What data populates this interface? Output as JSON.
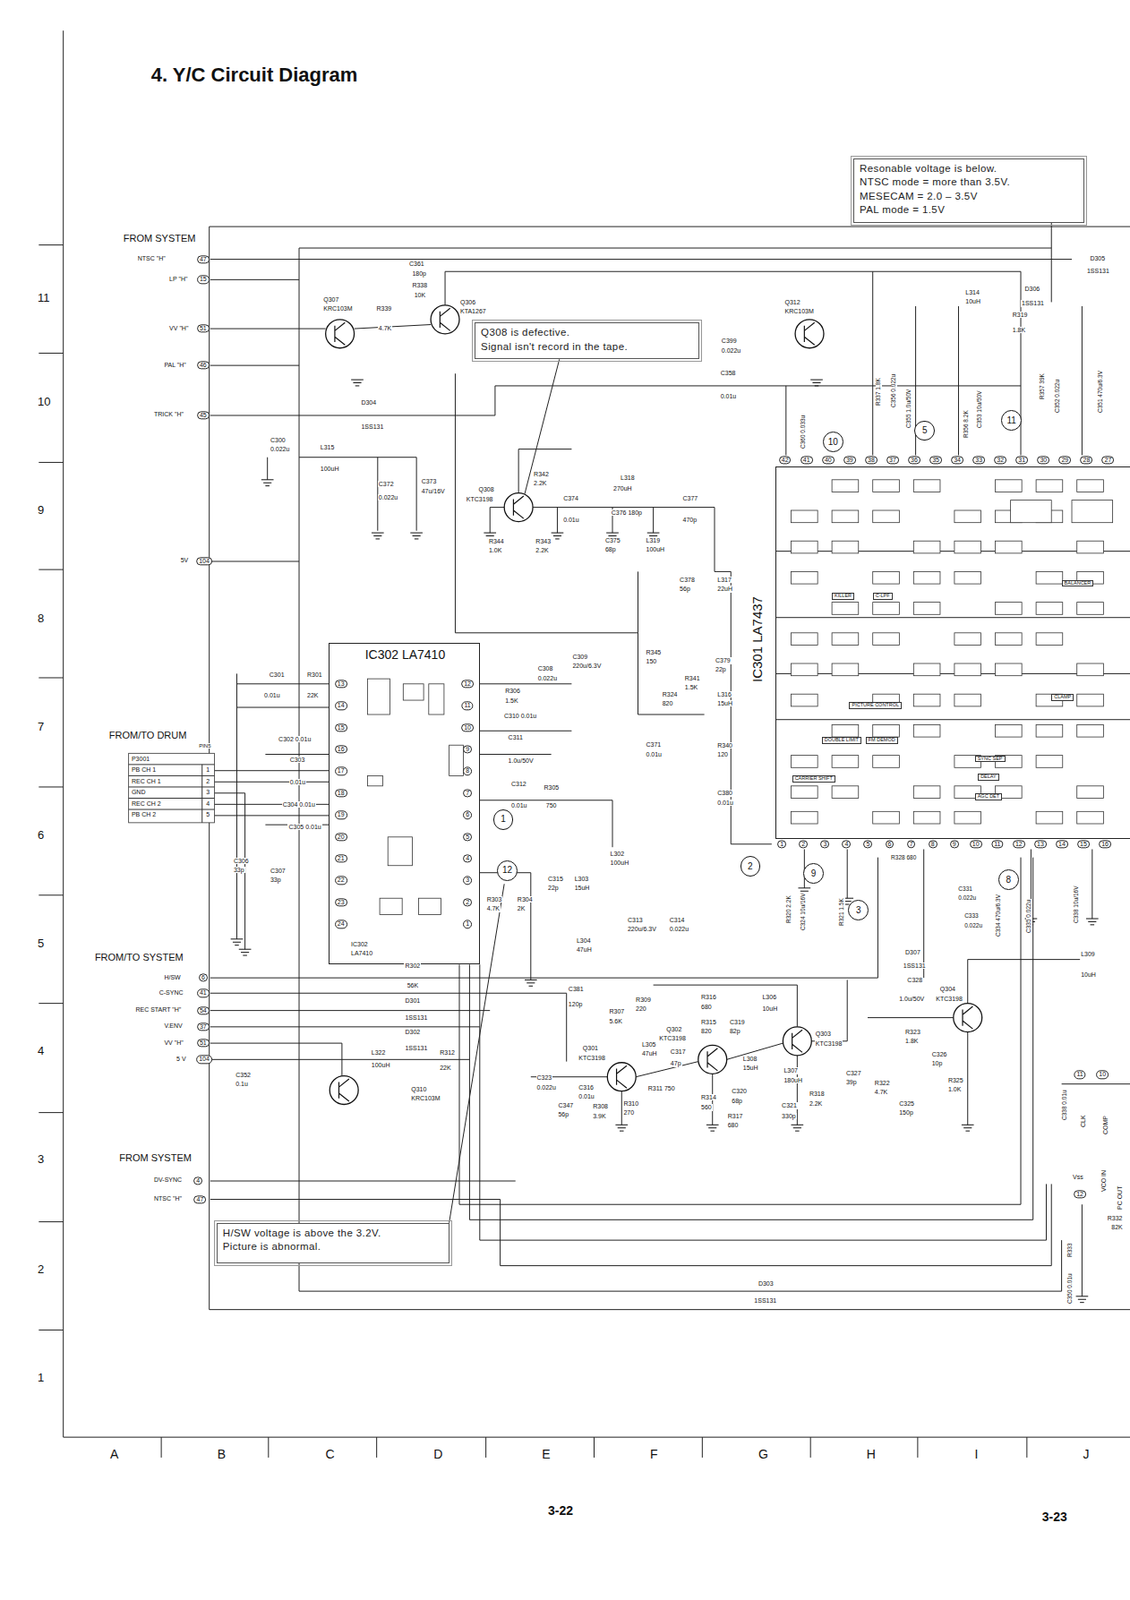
{
  "diagram": {
    "title": "4. Y/C Circuit Diagram",
    "nodes": [
      {
        "text": [
          "Resonable voltage is below.",
          "NTSC mode = more than 3.5V.",
          "MESECAM = 2.0 – 3.5V",
          "PAL mode = 1.5V"
        ]
      },
      {
        "text": [
          "Q308 is defective.",
          "Signal isn't record in the tape."
        ]
      },
      {
        "text": [
          "11"
        ]
      },
      {
        "text": [
          "5"
        ]
      },
      {
        "text": [
          "10"
        ]
      },
      {
        "text": [
          "IC301 LA7437"
        ]
      },
      {
        "text": [
          "IC302 LA7410"
        ]
      },
      {
        "text": [
          "1"
        ]
      },
      {
        "text": [
          "2"
        ]
      },
      {
        "text": [
          "12"
        ]
      },
      {
        "text": [
          "9"
        ]
      },
      {
        "text": [
          "8"
        ]
      },
      {
        "text": [
          "3"
        ]
      },
      {
        "text": [
          "H/SW voltage is above the 3.2V.",
          "Picture is abnormal."
        ]
      }
    ],
    "labels": [
      "A",
      "B",
      "C",
      "D",
      "E",
      "F",
      "G",
      "H",
      "I",
      "J",
      "11",
      "10",
      "9",
      "8",
      "7",
      "6",
      "5",
      "4",
      "3",
      "2",
      "1",
      "3-22",
      "3-23",
      "FROM SYSTEM",
      "NTSC \"H\"",
      "47",
      "LP \"H\"",
      "15",
      "VV \"H\"",
      "51",
      "PAL \"H\"",
      "46",
      "TRICK \"H\"",
      "45",
      "5V",
      "104",
      "FROM/TO DRUM",
      "PIN5",
      "P3001",
      "PB CH 1",
      "REC CH 1",
      "GND",
      "REC CH 2",
      "PB CH 2",
      "1",
      "2",
      "3",
      "4",
      "5",
      "FROM/TO SYSTEM",
      "H/SW",
      "6",
      "C-SYNC",
      "41",
      "REC START \"H\"",
      "54",
      "V.ENV",
      "37",
      "VV \"H\"",
      "51",
      "5 V",
      "104",
      "FROM SYSTEM",
      "DV-SYNC",
      "4",
      "NTSC \"H\"",
      "47",
      "C361",
      "180p",
      "R338",
      "10K",
      "Q307",
      "KRC103M",
      "R339",
      "4.7K",
      "Q306",
      "KTA1267",
      "Q312",
      "KRC103M",
      "C399",
      "0.022u",
      "C358",
      "0.01u",
      "D304",
      "1SS131",
      "C300",
      "0.022u",
      "L315",
      "100uH",
      "C372",
      "0.022u",
      "C373",
      "47u/16V",
      "Q308",
      "KTC3198",
      "R342",
      "2.2K",
      "L318",
      "270uH",
      "C374",
      "0.01u",
      "C376 180p",
      "C377",
      "470p",
      "R344",
      "1.0K",
      "R343",
      "2.2K",
      "C375",
      "68p",
      "L319",
      "100uH",
      "C378",
      "56p",
      "L317",
      "22uH",
      "R345",
      "150",
      "R341",
      "1.5K",
      "C379",
      "22p",
      "R324",
      "820",
      "L316",
      "15uH",
      "R340",
      "120",
      "C371",
      "0.01u",
      "C380",
      "0.01u",
      "C308",
      "0.022u",
      "C309",
      "220u/6.3V",
      "R306",
      "1.5K",
      "C310 0.01u",
      "C311",
      "1.0u/50V",
      "C312",
      "0.01u",
      "R305",
      "750",
      "C301",
      "0.01u",
      "R301",
      "22K",
      "C302 0.01u",
      "C303",
      "0.01u",
      "C304 0.01u",
      "C305 0.01u",
      "C306",
      "33p",
      "C307",
      "33p",
      "IC302",
      "LA7410",
      "L302",
      "100uH",
      "C315",
      "22p",
      "L303",
      "15uH",
      "C313",
      "220u/6.3V",
      "C314",
      "0.022u",
      "L304",
      "47uH",
      "R303",
      "4.7K",
      "R304",
      "2K",
      "R302",
      "56K",
      "D301",
      "1SS131",
      "D302",
      "1SS131",
      "L322",
      "100uH",
      "R312",
      "22K",
      "Q310",
      "KRC103M",
      "C352",
      "0.1u",
      "C381",
      "120p",
      "R316",
      "680",
      "L306",
      "10uH",
      "R315",
      "820",
      "C319",
      "82p",
      "Q302",
      "KTC3198",
      "Q303",
      "KTC3198",
      "R307",
      "5.6K",
      "R309",
      "220",
      "Q301",
      "KTC3198",
      "L305",
      "47uH",
      "C317",
      "47p",
      "L308",
      "15uH",
      "L307",
      "180uH",
      "C316",
      "0.01u",
      "C323",
      "0.022u",
      "R311 750",
      "R314",
      "560",
      "C320",
      "68p",
      "C321",
      "330p",
      "R317",
      "680",
      "R318",
      "2.2K",
      "C347",
      "56p",
      "R308",
      "3.9K",
      "R310",
      "270",
      "C327",
      "39p",
      "R322",
      "4.7K",
      "R323",
      "1.8K",
      "C326",
      "10p",
      "C325",
      "150p",
      "R325",
      "1.0K",
      "Q304",
      "KTC3198",
      "C328",
      "1.0u/50V",
      "D307",
      "1SS131",
      "L309",
      "10uH",
      "D303",
      "1SS131",
      "D305",
      "1SS131",
      "D306",
      "1SS131",
      "L314",
      "10uH",
      "R319",
      "1.8K",
      "C360 0.033u",
      "R337 1.8K",
      "C356 0.022u",
      "C355 1.0u/50V",
      "R356 8.2K",
      "C353 10u/50V",
      "R357 39K",
      "C352 0.022u",
      "C351 470u/6.3V",
      "KILLER",
      "C-LPF",
      "BALANCER",
      "PICTURE CONTROL",
      "DOUBLE LIMIT",
      "FM DEMOD",
      "CARRIER SHIFT",
      "CLAMP",
      "SYNC SEP",
      "DELAY",
      "AGC DET",
      "R328 680",
      "C331",
      "0.022u",
      "C333",
      "0.022u",
      "R320 2.2K",
      "C324 10u/16V",
      "R321 1.5K",
      "C334 470u/6.3V",
      "C335 0.022u",
      "C338 10u/16V",
      "C338 0.01u",
      "CLK",
      "COMP",
      "11",
      "10",
      "Vss",
      "VCO IN",
      "PC OUT",
      "12",
      "R332",
      "82K",
      "R333",
      "C350 0.01u",
      "42",
      "41",
      "40",
      "39",
      "38",
      "37",
      "36",
      "35",
      "34",
      "33",
      "32",
      "31",
      "30",
      "29",
      "28",
      "27",
      "1",
      "2",
      "3",
      "4",
      "5",
      "6",
      "7",
      "8",
      "9",
      "10",
      "11",
      "12",
      "13",
      "14",
      "15",
      "16",
      "13",
      "14",
      "15",
      "16",
      "17",
      "18",
      "19",
      "20",
      "21",
      "22",
      "23",
      "24",
      "12",
      "11",
      "10",
      "9",
      "8",
      "7",
      "6",
      "5",
      "4",
      "3",
      "2",
      "1"
    ]
  }
}
